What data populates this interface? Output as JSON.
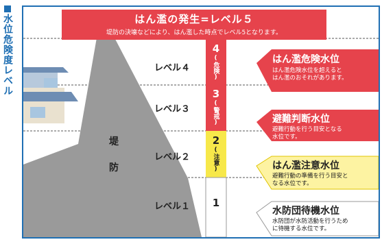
{
  "side_title": "■水位危険度レベル",
  "banner": {
    "title": "はん濫の発生=レベル５",
    "subtitle": "堤防の決壊などにより、はん濫した時点でレベル5となります。"
  },
  "levee_label_1": "堤",
  "levee_label_2": "防",
  "levels": [
    {
      "label": "レベル４",
      "num": "4",
      "note": "危険"
    },
    {
      "label": "レベル３",
      "num": "3",
      "note": "警戒"
    },
    {
      "label": "レベル２",
      "num": "2",
      "note": "注意"
    },
    {
      "label": "レベル１",
      "num": "1",
      "note": ""
    }
  ],
  "callouts": [
    {
      "title": "はん濫危険水位",
      "desc1": "はん濫危険水位を超えると",
      "desc2": "はん濫のおそれがあります。"
    },
    {
      "title": "避難判断水位",
      "desc1": "避難行動を行う目安となる",
      "desc2": "水位です。"
    },
    {
      "title": "はん濫注意水位",
      "desc1": "避難行動の準備を行う目安と",
      "desc2": "なる水位です。"
    },
    {
      "title": "水防団待機水位",
      "desc1": "水防団が水防活動を行うため",
      "desc2": "に待機する水位です。"
    }
  ],
  "colors": {
    "red": "#e6434c",
    "yellow": "#f7e84a",
    "blue": "#1f6fb3",
    "levee": "#9a9a9a"
  }
}
